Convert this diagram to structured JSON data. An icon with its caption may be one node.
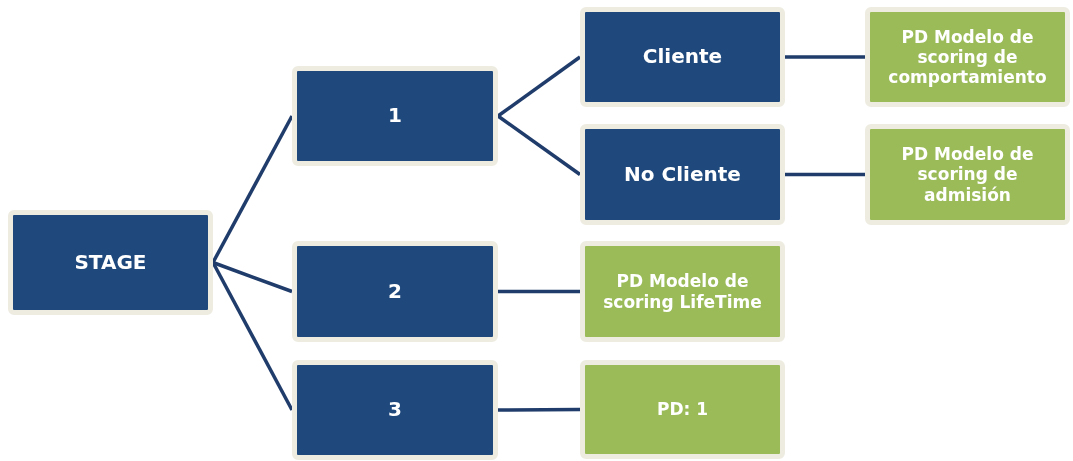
{
  "diagram": {
    "nodes": [
      {
        "text": [
          "STAGE"
        ]
      },
      {
        "text": [
          "1"
        ]
      },
      {
        "text": [
          "Cliente"
        ]
      },
      {
        "text": [
          "PD Modelo de scoring de comportamiento"
        ]
      },
      {
        "text": [
          "No Cliente"
        ]
      },
      {
        "text": [
          "PD Modelo de scoring de admisión"
        ]
      },
      {
        "text": [
          "2"
        ]
      },
      {
        "text": [
          "PD Modelo de scoring LifeTime"
        ]
      },
      {
        "text": [
          "3"
        ]
      },
      {
        "text": [
          "PD: 1"
        ]
      }
    ],
    "edges": [
      {
        "from": 0,
        "to": 1,
        "arrow": "none"
      },
      {
        "from": 0,
        "to": 6,
        "arrow": "none"
      },
      {
        "from": 0,
        "to": 8,
        "arrow": "none"
      },
      {
        "from": 1,
        "to": 2,
        "arrow": "none"
      },
      {
        "from": 1,
        "to": 4,
        "arrow": "none"
      },
      {
        "from": 2,
        "to": 3,
        "arrow": "none"
      },
      {
        "from": 4,
        "to": 5,
        "arrow": "none"
      },
      {
        "from": 6,
        "to": 7,
        "arrow": "none"
      },
      {
        "from": 8,
        "to": 9,
        "arrow": "none"
      }
    ]
  }
}
